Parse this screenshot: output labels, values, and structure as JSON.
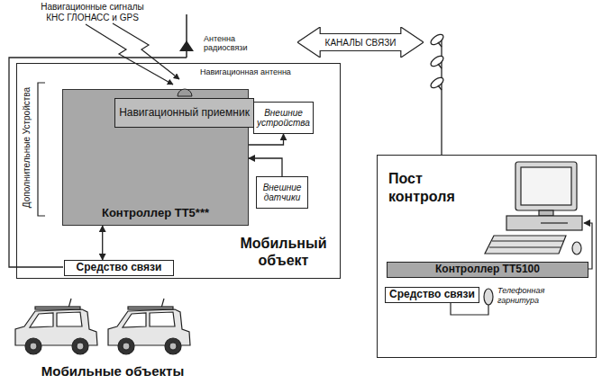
{
  "diagram": {
    "nodes": [
      {
        "text": [
          "КАНАЛЫ СВЯЗИ"
        ]
      },
      {
        "text": [
          "Мобильный объект"
        ]
      },
      {
        "text": [
          "Контроллер ТТ5***"
        ],
        "in": 1
      },
      {
        "text": [
          "Навигационный приемник"
        ],
        "in": 2
      },
      {
        "text": [
          "Внешние устройства"
        ],
        "in": 1
      },
      {
        "text": [
          "Внешние датчики"
        ],
        "in": 1
      },
      {
        "text": [
          "Средство связи"
        ],
        "in": 1
      },
      {
        "text": [
          "Пост контроля"
        ]
      },
      {
        "text": [
          "Контроллер ТТ5100"
        ],
        "in": 7
      },
      {
        "text": [
          "Средство связи"
        ],
        "in": 7
      }
    ],
    "edges": [
      {
        "from": 2,
        "to": 4,
        "arrow": "to"
      },
      {
        "from": 5,
        "to": 2,
        "arrow": "to"
      },
      {
        "from": 2,
        "to": 6,
        "arrow": "both"
      }
    ],
    "labels": [
      "Навигационные сигналы КНС ГЛОНАСС и GPS",
      "Антенна радиосвязи",
      "Навигационная антенна",
      "Дополнительные Устройства",
      "Телефонная гарнитура",
      "Мобильные объекты"
    ]
  }
}
